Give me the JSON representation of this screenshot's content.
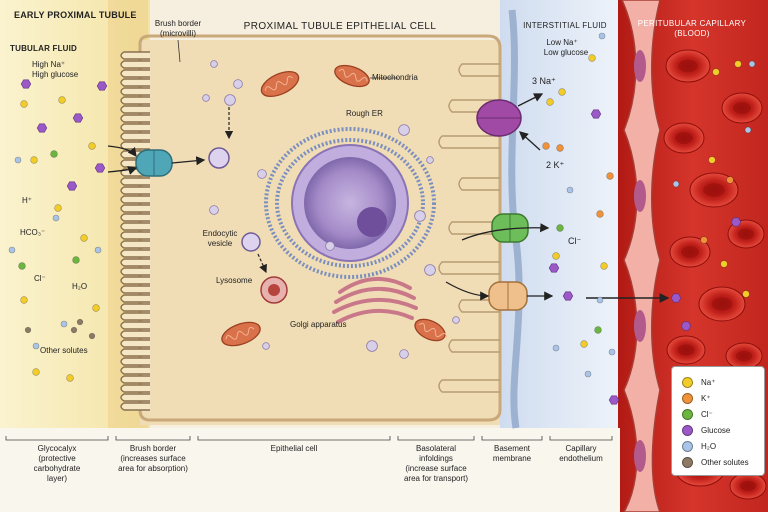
{
  "headers": {
    "main_title": "EARLY PROXIMAL TUBULE",
    "cell_title": "PROXIMAL TUBULE EPITHELIAL CELL",
    "interstitial_title": "INTERSTITIAL FLUID",
    "capillary_title": "PERITUBULAR CAPILLARY",
    "capillary_subtitle": "(BLOOD)"
  },
  "tubular_fluid": {
    "title": "TUBULAR FLUID",
    "line1": "High Na⁺",
    "line2": "High glucose",
    "solutes": [
      "H⁺",
      "HCO₃⁻",
      "Cl⁻",
      "H₂O",
      "Other solutes"
    ]
  },
  "interstitial": {
    "line1": "Low Na⁺",
    "line2": "Low glucose"
  },
  "structures": {
    "brush_border": "Brush border",
    "microvilli": "(microvilli)",
    "mitochondria": "Mitochondria",
    "rough_er": "Rough ER",
    "endocytic_vesicle_1": "Endocytic",
    "endocytic_vesicle_2": "vesicle",
    "lysosome": "Lysosome",
    "golgi": "Golgi apparatus"
  },
  "pump": {
    "na_out": "3 Na⁺",
    "k_in": "2 K⁺",
    "cl_out": "Cl⁻"
  },
  "bottom_labels": [
    {
      "name": "glycocalyx",
      "lines": [
        "Glycocalyx",
        "(protective",
        "carbohydrate",
        "layer)"
      ]
    },
    {
      "name": "brush-border",
      "lines": [
        "Brush border",
        "(increases surface",
        "area for absorption)"
      ]
    },
    {
      "name": "epithelial-cell",
      "lines": [
        "Epithelial cell"
      ]
    },
    {
      "name": "basolateral-infoldings",
      "lines": [
        "Basolateral",
        "infoldings",
        "(increase surface",
        "area for transport)"
      ]
    },
    {
      "name": "basement-membrane",
      "lines": [
        "Basement",
        "membrane"
      ]
    },
    {
      "name": "capillary-endothelium",
      "lines": [
        "Capillary",
        "endothelium"
      ]
    }
  ],
  "legend": {
    "items": [
      {
        "label": "Na⁺",
        "color": "#f2cc2a"
      },
      {
        "label": "K⁺",
        "color": "#f0923a"
      },
      {
        "label": "Cl⁻",
        "color": "#6bb540"
      },
      {
        "label": "Glucose",
        "color": "#9b59c8"
      },
      {
        "label": "H₂O",
        "color": "#a9c4e6"
      },
      {
        "label": "Other solutes",
        "color": "#8c7a66"
      }
    ]
  },
  "colors": {
    "tubular_fluid": "#f7ecb8",
    "cytoplasm": "#f0dcb4",
    "interstitial": "#dde7f4",
    "blood": "#c8231c",
    "nucleus": "#a58bc6"
  }
}
